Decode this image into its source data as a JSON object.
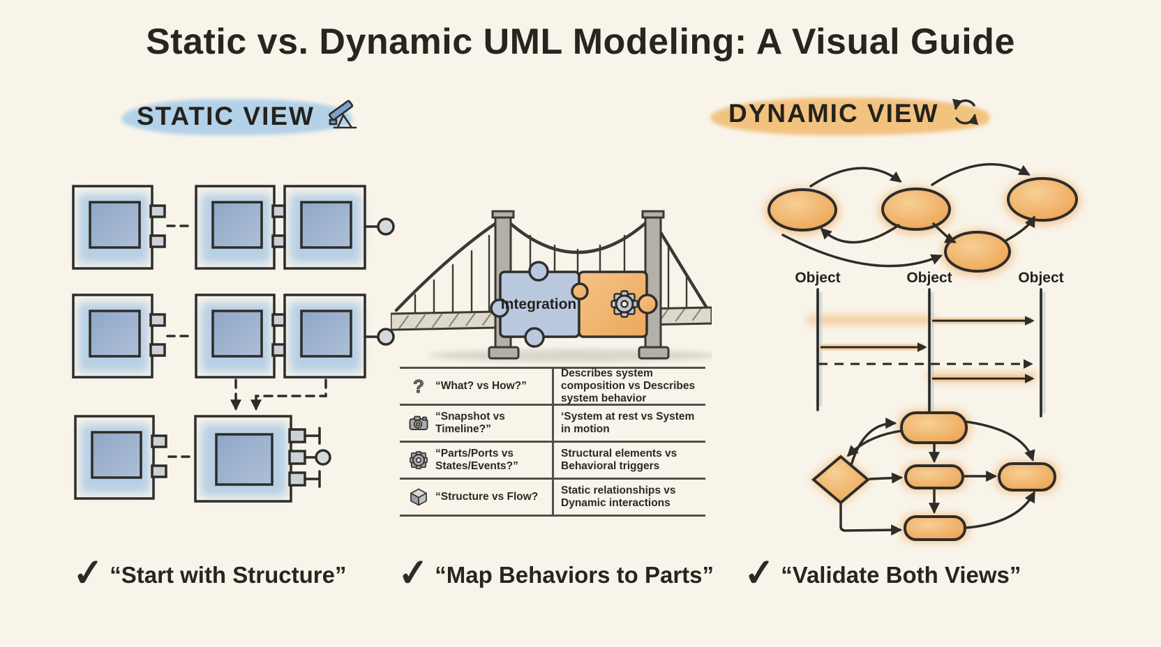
{
  "title": "Static vs. Dynamic UML Modeling: A Visual Guide",
  "colors": {
    "paper": "#f8f4ea",
    "ink": "#2d2c28",
    "static_highlight": "#a7cbe8",
    "static_component_fill": "#9db2d0",
    "dynamic_highlight": "#f2bd74",
    "dynamic_shape_fill": "#efad61"
  },
  "static_section": {
    "label": "STATIC VIEW",
    "icon": "telescope-icon"
  },
  "dynamic_section": {
    "label": "DYNAMIC VIEW",
    "icon": "cycle-arrows-icon",
    "object_labels": [
      "Object",
      "Object",
      "Object"
    ]
  },
  "integration": {
    "label": "Integration",
    "icon": "gear-icon"
  },
  "comparison_table": {
    "rows": [
      {
        "icon": "question-mark-icon",
        "glyph": "?",
        "question": "“What? vs How?”",
        "answer": "Describes system composition vs Describes system behavior"
      },
      {
        "icon": "camera-icon",
        "question": "“Snapshot vs Timeline?”",
        "answer": "‘System at rest vs System in motion"
      },
      {
        "icon": "gear-icon",
        "question": "“Parts/Ports vs States/Events?”",
        "answer": "Structural elements vs Behavioral triggers"
      },
      {
        "icon": "cube-icon",
        "question": "“Structure vs Flow?",
        "answer": "Static relationships vs Dynamic interactions"
      }
    ]
  },
  "takeaways": {
    "check_glyph": "✓",
    "items": [
      "“Start with Structure”",
      "“Map Behaviors to Parts”",
      "“Validate Both Views”"
    ]
  }
}
